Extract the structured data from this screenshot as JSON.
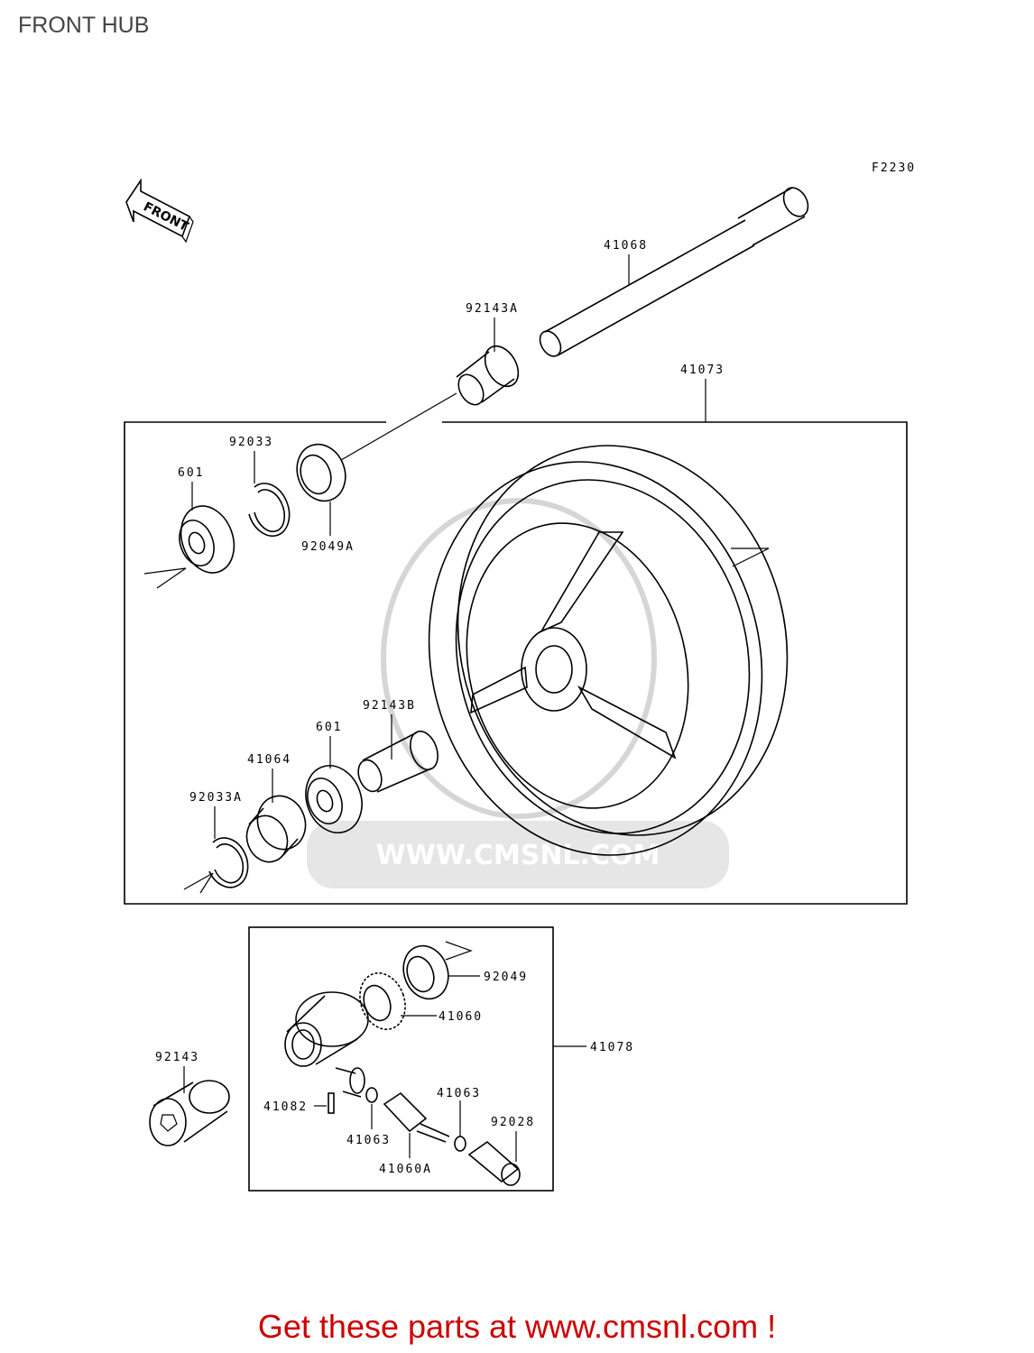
{
  "header": {
    "title": "FRONT HUB"
  },
  "diagram": {
    "figure_code": "F2230",
    "front_arrow_label": "FRONT",
    "watermark_text": "WWW.CMSNL.COM",
    "parts": {
      "p41068": "41068",
      "p92143A": "92143A",
      "p41073": "41073",
      "p92033": "92033",
      "p601_top": "601",
      "p92049A": "92049A",
      "p92143B": "92143B",
      "p601_bottom": "601",
      "p41064": "41064",
      "p92033A": "92033A",
      "p92049": "92049",
      "p41060": "41060",
      "p41078": "41078",
      "p92143": "92143",
      "p41063_right": "41063",
      "p41082": "41082",
      "p92028": "92028",
      "p41063_left": "41063",
      "p41060A": "41060A"
    }
  },
  "footer": {
    "cta": "Get these parts at www.cmsnl.com !"
  },
  "colors": {
    "cta": "#cc0000",
    "title": "#444444",
    "watermark": "#d6d6d6"
  }
}
